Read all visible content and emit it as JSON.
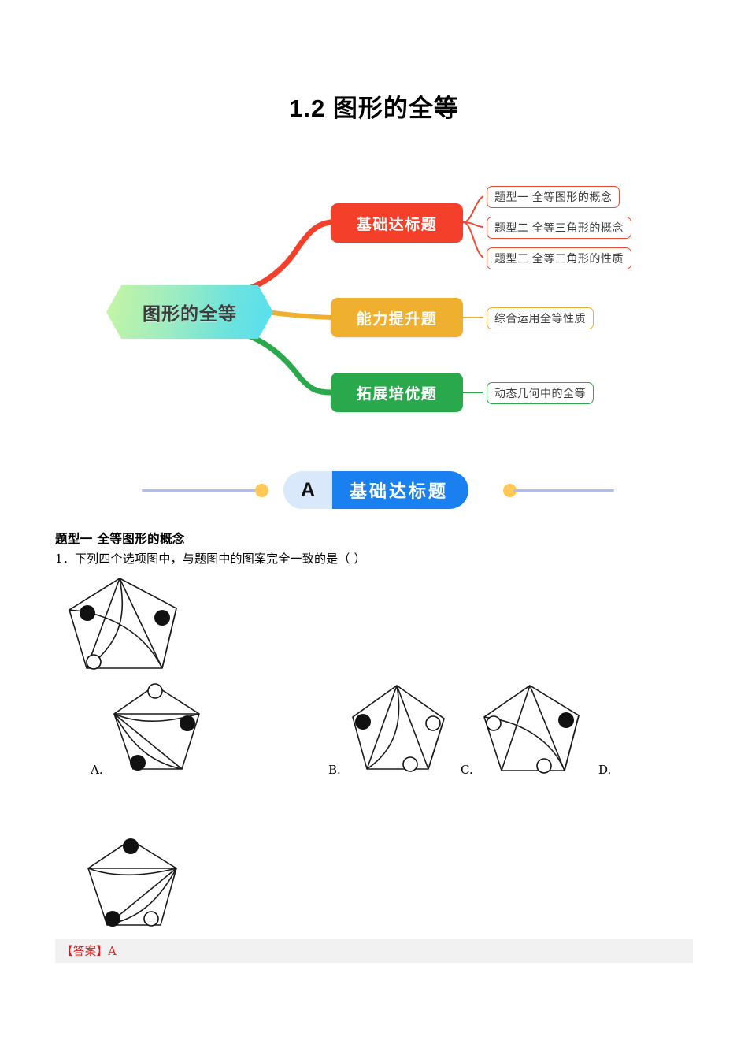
{
  "document": {
    "title": "1.2 图形的全等"
  },
  "mindmap": {
    "center": {
      "label": "图形的全等",
      "gradient_from": "#c6f5a3",
      "gradient_to": "#56dff0"
    },
    "branches": [
      {
        "label": "基础达标题",
        "color": "#f4402b",
        "leaves": [
          "题型一 全等图形的概念",
          "题型二 全等三角形的概念",
          "题型三 全等三角形的性质"
        ]
      },
      {
        "label": "能力提升题",
        "color": "#f0b02f",
        "leaves": [
          "综合运用全等性质"
        ]
      },
      {
        "label": "拓展培优题",
        "color": "#2aa84c",
        "leaves": [
          "动态几何中的全等"
        ]
      }
    ]
  },
  "banner": {
    "letter": "A",
    "label": "基础达标题",
    "accent_color": "#1a80f0",
    "letter_bg": "#d9e8fb",
    "dot_color": "#ffc857",
    "line_color": "#aebdf0"
  },
  "section": {
    "qtype_heading": "题型一  全等图形的概念",
    "question": "1．下列四个选项图中，与题图中的图案完全一致的是（    ）"
  },
  "options": {
    "labels": [
      "A.",
      "B.",
      "C.",
      "D."
    ]
  },
  "figures": {
    "reference": {
      "name": "题图",
      "markers": [
        {
          "type": "filled",
          "position": "upper-left"
        },
        {
          "type": "filled",
          "position": "upper-right"
        },
        {
          "type": "hollow",
          "position": "lower-left"
        }
      ]
    },
    "option_a": {
      "markers": [
        {
          "type": "hollow",
          "position": "top"
        },
        {
          "type": "filled",
          "position": "right"
        },
        {
          "type": "filled",
          "position": "bottom-left"
        }
      ]
    },
    "option_b": {
      "markers": [
        {
          "type": "filled",
          "position": "upper-left"
        },
        {
          "type": "hollow",
          "position": "upper-right"
        },
        {
          "type": "hollow",
          "position": "bottom"
        }
      ]
    },
    "option_c": {
      "markers": [
        {
          "type": "hollow",
          "position": "upper-left"
        },
        {
          "type": "filled",
          "position": "upper-right"
        },
        {
          "type": "hollow",
          "position": "bottom"
        }
      ]
    },
    "option_d": {
      "markers": [
        {
          "type": "filled",
          "position": "top"
        },
        {
          "type": "filled",
          "position": "bottom-left"
        },
        {
          "type": "hollow",
          "position": "bottom-right"
        }
      ]
    }
  },
  "answer": {
    "prefix": "【答案】",
    "value": "A",
    "full": "【答案】A",
    "color": "#d81f1f",
    "band_color": "#f1f1f1"
  }
}
